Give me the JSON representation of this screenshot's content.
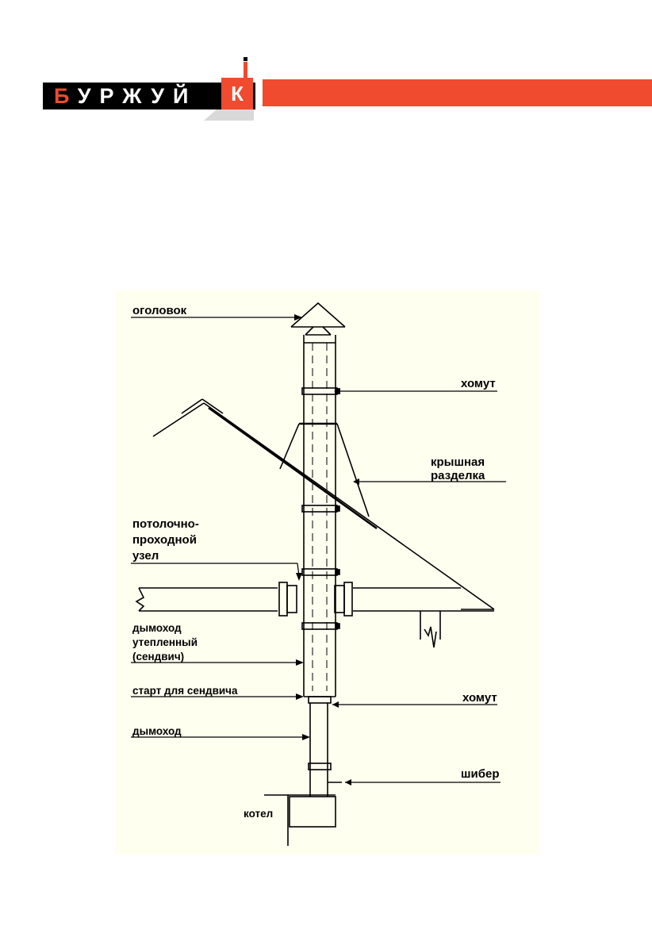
{
  "logo": {
    "first_letter": "Б",
    "rest": "УРЖУЙ",
    "badge_letter": "К",
    "accent": "#f04a2f"
  },
  "diagram": {
    "background": "#fffff0",
    "labels": {
      "cap": "оголовок",
      "clamp_top": "хомут",
      "roof_cut": [
        "крышная",
        "разделка"
      ],
      "ceiling_node": [
        "потолочно-",
        "проходной",
        "узел"
      ],
      "insulated_chimney": [
        "дымоход",
        "утепленный",
        "(сендвич)"
      ],
      "sandwich_start": "старт для сендвича",
      "clamp_bottom": "хомут",
      "chimney": "дымоход",
      "damper": "шибер",
      "boiler": "котел"
    }
  }
}
